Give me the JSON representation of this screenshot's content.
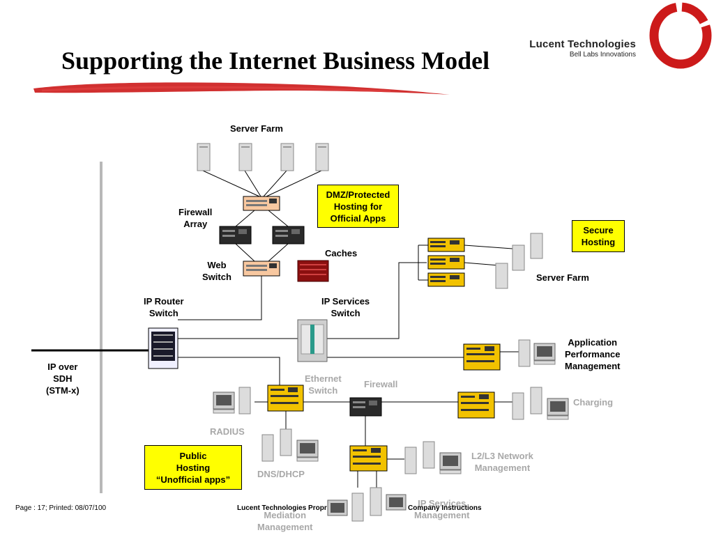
{
  "title": "Supporting the Internet Business Model",
  "brand": {
    "name": "Lucent Technologies",
    "tagline": "Bell Labs Innovations"
  },
  "labels": {
    "server_farm_top": "Server Farm",
    "firewall_array": [
      "Firewall",
      "Array"
    ],
    "web_switch": [
      "Web",
      "Switch"
    ],
    "caches": "Caches",
    "ip_router_switch": [
      "IP Router",
      "Switch"
    ],
    "ip_services_switch": [
      "IP Services",
      "Switch"
    ],
    "server_farm_right": "Server Farm",
    "application_perf": [
      "Application",
      "Performance",
      "Management"
    ],
    "ip_over_sdh": [
      "IP over",
      "SDH",
      "(STM-x)"
    ],
    "ethernet_switch": [
      "Ethernet",
      "Switch"
    ],
    "firewall": "Firewall",
    "charging": "Charging",
    "radius": "RADIUS",
    "dns_dhcp": "DNS/DHCP",
    "l2l3": [
      "L2/L3 Network",
      "Management"
    ],
    "mediation": [
      "Mediation",
      "Management"
    ],
    "ip_services_mgmt": [
      "IP Services",
      "Management"
    ]
  },
  "boxes": {
    "dmz": [
      "DMZ/Protected",
      "Hosting for",
      "Official Apps"
    ],
    "secure": [
      "Secure",
      "Hosting"
    ],
    "public": [
      "Public",
      "Hosting",
      "“Unofficial apps”"
    ]
  },
  "footer": {
    "page": "Page : 17;  Printed: 08/07/100",
    "company": "Lucent Technologies Propr",
    "company2": "Company Instructions"
  },
  "colors": {
    "yellow_box": "#ffff00",
    "device_yellow": "#f2c200",
    "switch_peach": "#f8c8a0",
    "cache_red": "#8b1010",
    "logo_red": "#cc1a1a"
  }
}
